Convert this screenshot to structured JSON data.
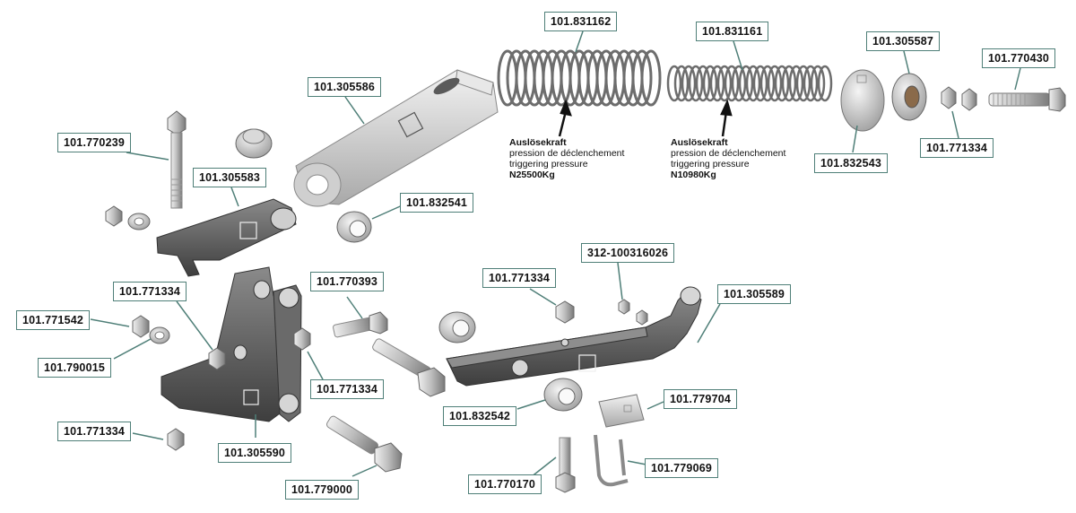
{
  "labels": {
    "l101831162": "101.831162",
    "l101831161": "101.831161",
    "l101305587": "101.305587",
    "l101770430": "101.770430",
    "l101305586": "101.305586",
    "l101770239": "101.770239",
    "l101305583": "101.305583",
    "l101832541": "101.832541",
    "l101832543": "101.832543",
    "l101771334_top": "101.771334",
    "l312100316026": "312-100316026",
    "l101771334_mid": "101.771334",
    "l101305589": "101.305589",
    "l101771334_left": "101.771334",
    "l101770393": "101.770393",
    "l101771542": "101.771542",
    "l101790015": "101.790015",
    "l101771334_center": "101.771334",
    "l101832542": "101.832542",
    "l101779704": "101.779704",
    "l101771334_bottom": "101.771334",
    "l101305590": "101.305590",
    "l101779069": "101.779069",
    "l101770170": "101.770170",
    "l101779000": "101.779000"
  },
  "notes": {
    "spring_large": {
      "title": "Auslösekraft",
      "fr": "pression de déclenchement",
      "en": "triggering pressure",
      "value": "N25500Kg"
    },
    "spring_small": {
      "title": "Auslösekraft",
      "fr": "pression de déclenchement",
      "en": "triggering pressure",
      "value": "N10980Kg"
    }
  },
  "colors": {
    "label_border": "#4f7f78",
    "leader": "#4f7f78",
    "part_dark": "#5a5a5a",
    "part_light": "#d4d4d4"
  }
}
